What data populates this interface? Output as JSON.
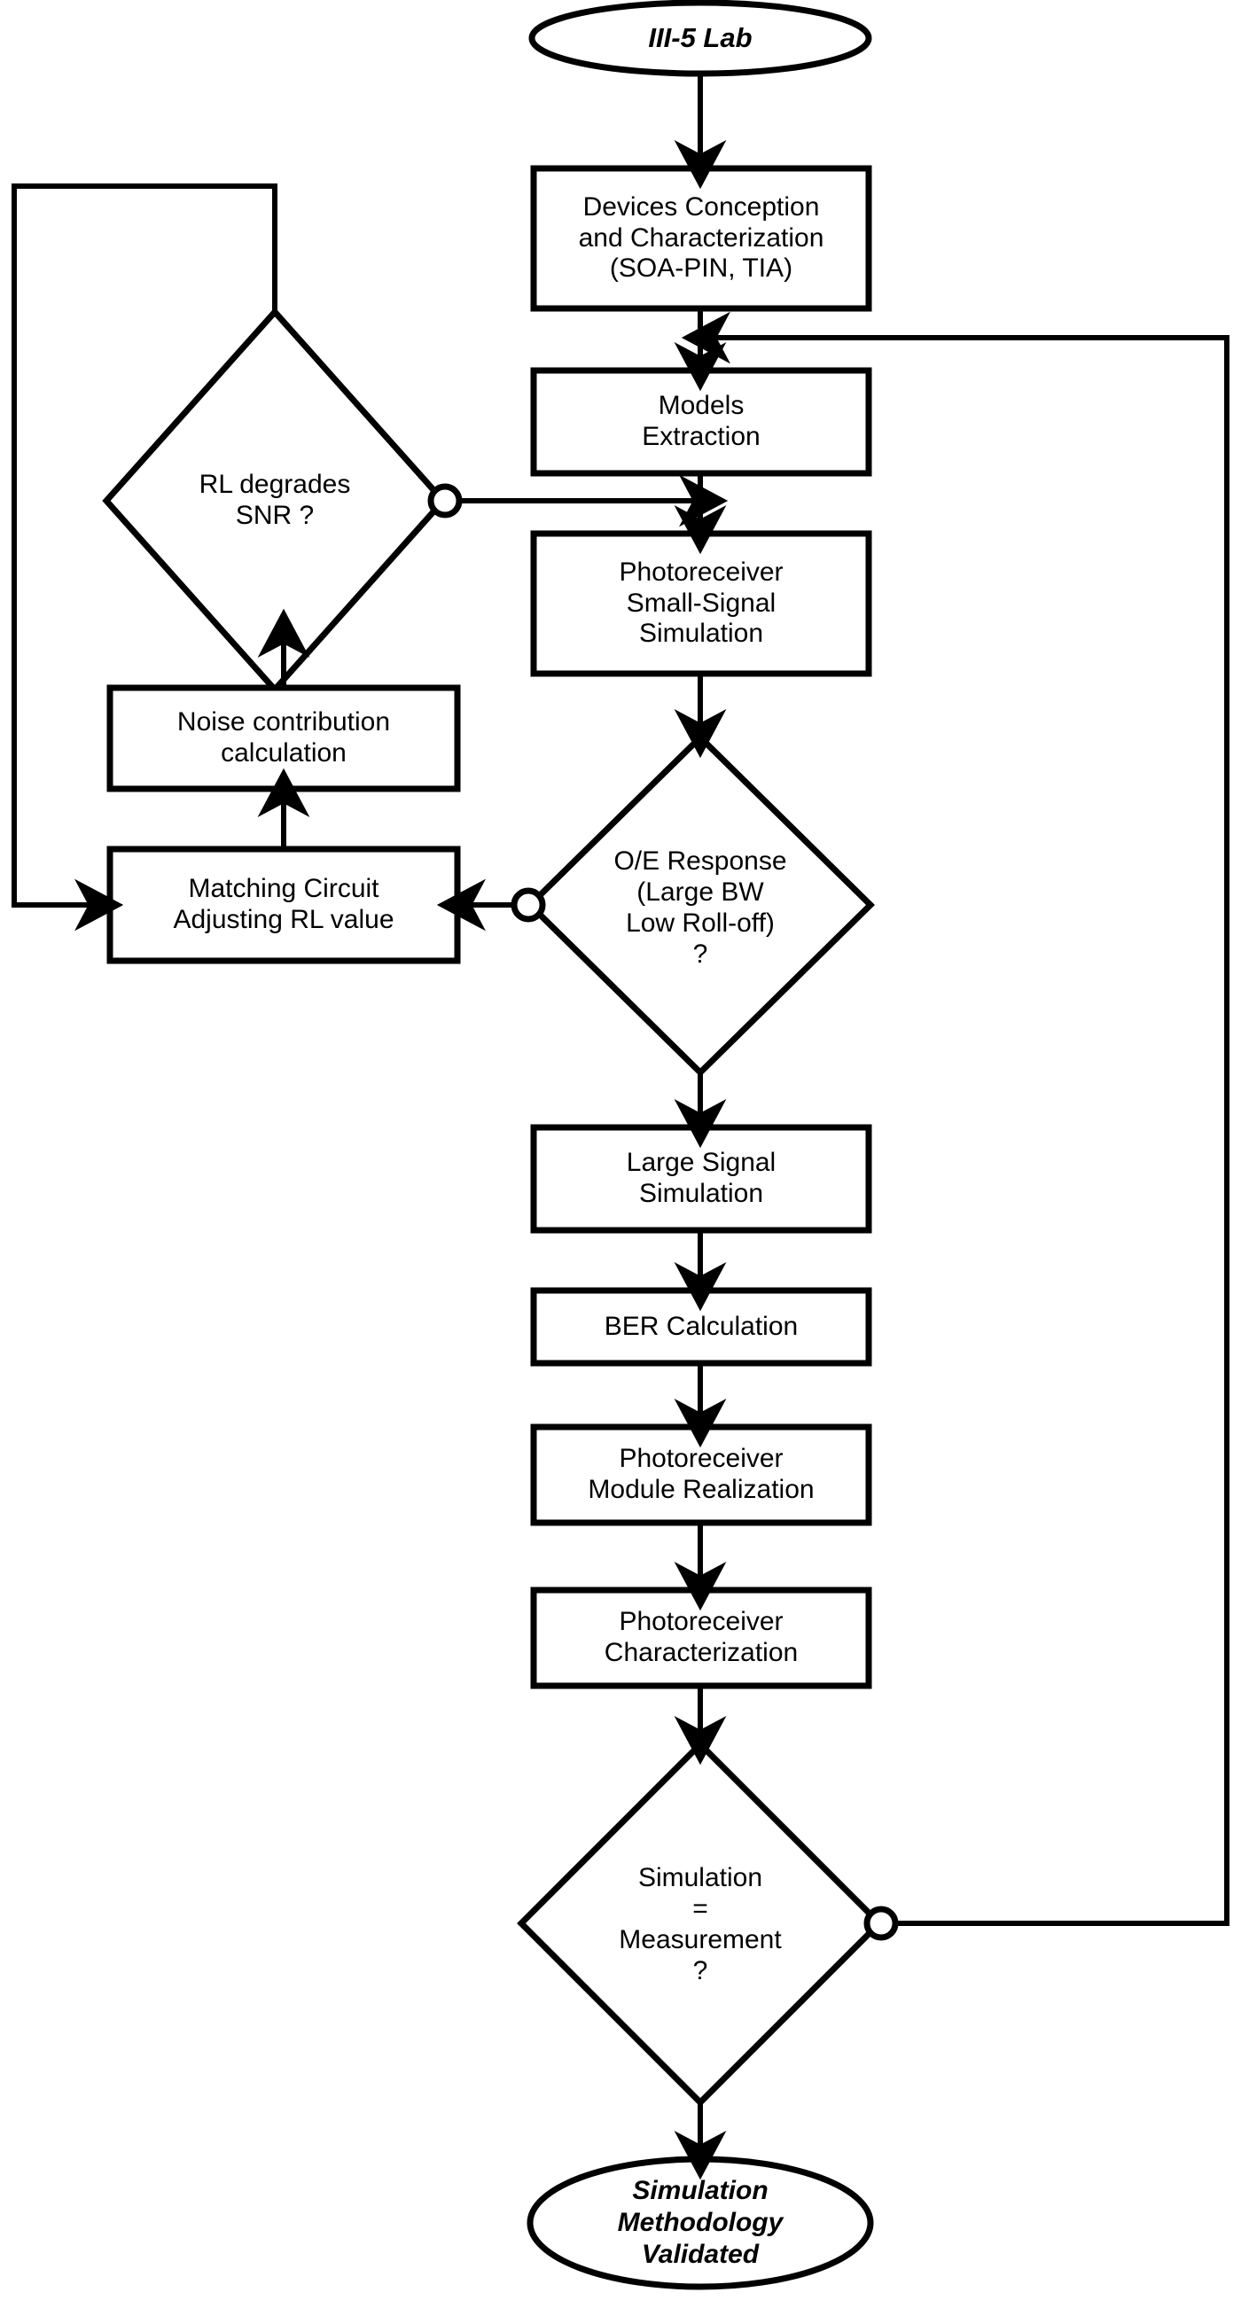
{
  "diagram": {
    "title": "Photoreceiver Simulation Methodology Flowchart",
    "stroke_color": "#000000",
    "fill_color": "#ffffff",
    "background": "#ffffff",
    "nodes": {
      "start_terminal": {
        "label": "III-5 Lab",
        "shape": "ellipse"
      },
      "devices_conception": {
        "label": "Devices Conception\nand Characterization\n(SOA-PIN, TIA)",
        "shape": "rectangle"
      },
      "models_extraction": {
        "label": "Models\nExtraction",
        "shape": "rectangle"
      },
      "small_signal_sim": {
        "label": "Photoreceiver\nSmall-Signal\nSimulation",
        "shape": "rectangle"
      },
      "rl_degrades_snr": {
        "label": "RL degrades\nSNR ?",
        "shape": "diamond"
      },
      "noise_contribution": {
        "label": "Noise contribution\ncalculation",
        "shape": "rectangle"
      },
      "matching_circuit": {
        "label": "Matching Circuit\nAdjusting RL value",
        "shape": "rectangle"
      },
      "oe_response": {
        "label": "O/E Response\n(Large BW\nLow Roll-off)\n?",
        "shape": "diamond"
      },
      "large_signal_sim": {
        "label": "Large Signal\nSimulation",
        "shape": "rectangle"
      },
      "ber_calculation": {
        "label": "BER Calculation",
        "shape": "rectangle"
      },
      "module_realization": {
        "label": "Photoreceiver\nModule Realization",
        "shape": "rectangle"
      },
      "photoreceiver_char": {
        "label": "Photoreceiver\nCharacterization",
        "shape": "rectangle"
      },
      "simulation_equals_measurement": {
        "label": "Simulation\n=\nMeasurement\n?",
        "shape": "diamond"
      },
      "end_terminal": {
        "label": "Simulation\nMethodology\nValidated",
        "shape": "ellipse"
      }
    },
    "edges": [
      {
        "from": "start_terminal",
        "to": "devices_conception",
        "style": "arrow"
      },
      {
        "from": "devices_conception",
        "to": "models_extraction",
        "style": "arrow"
      },
      {
        "from": "models_extraction",
        "to": "small_signal_sim",
        "style": "arrow"
      },
      {
        "from": "small_signal_sim",
        "to": "oe_response",
        "style": "arrow"
      },
      {
        "from": "oe_response",
        "to": "matching_circuit",
        "style": "arrow-with-circle-junction"
      },
      {
        "from": "matching_circuit",
        "to": "noise_contribution",
        "style": "arrow"
      },
      {
        "from": "noise_contribution",
        "to": "rl_degrades_snr",
        "style": "arrow"
      },
      {
        "from": "rl_degrades_snr",
        "to": "small_signal_sim",
        "style": "arrow-with-circle-junction"
      },
      {
        "from": "rl_degrades_snr",
        "to": "matching_circuit",
        "style": "arrow-left-loop"
      },
      {
        "from": "oe_response",
        "to": "large_signal_sim",
        "style": "arrow"
      },
      {
        "from": "large_signal_sim",
        "to": "ber_calculation",
        "style": "arrow"
      },
      {
        "from": "ber_calculation",
        "to": "module_realization",
        "style": "arrow"
      },
      {
        "from": "module_realization",
        "to": "photoreceiver_char",
        "style": "arrow"
      },
      {
        "from": "photoreceiver_char",
        "to": "simulation_equals_measurement",
        "style": "arrow"
      },
      {
        "from": "simulation_equals_measurement",
        "to": "models_extraction",
        "style": "arrow-right-loop-with-circle-junction"
      },
      {
        "from": "simulation_equals_measurement",
        "to": "end_terminal",
        "style": "arrow"
      }
    ]
  }
}
